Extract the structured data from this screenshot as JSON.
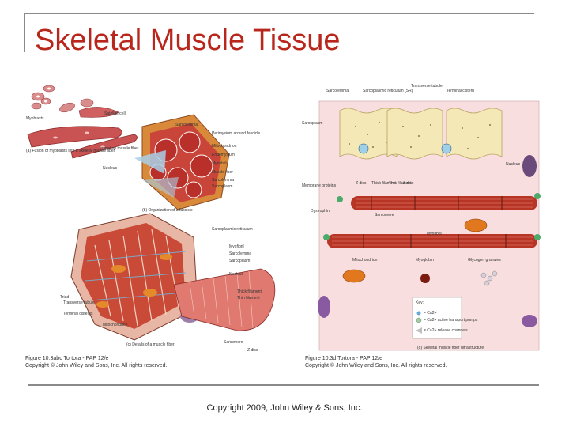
{
  "slide": {
    "title": "Skeletal Muscle Tissue",
    "footer": "Copyright 2009, John Wiley & Sons, Inc."
  },
  "left_figure": {
    "labels": {
      "myoblasts": "Myoblasts",
      "fusion": "(a) Fusion of myoblasts into a skeletal muscle fiber",
      "satellite_cell": "Satellite cell",
      "immature_fiber": "Immature muscle fiber",
      "nucleus": "Nucleus",
      "sarcolemma": "Sarcolemma",
      "fascicle": "Perimysium around fascicle",
      "mitochondrion": "Mitochondrion",
      "endomysium": "Endomysium",
      "myofibril": "Myofibril",
      "muscle_fiber": "Muscle fiber",
      "sarcolemma_2": "Sarcolemma",
      "sarcoplasm": "Sarcoplasm",
      "organization": "(b) Organization of a fascicle",
      "sr": "Sarcoplasmic reticulum",
      "myofibril_2": "Myofibril",
      "sarcolemma_3": "Sarcolemma",
      "sarcoplasm_2": "Sarcoplasm",
      "nucleus_2": "Nucleus",
      "triad": "Triad",
      "t_tubule": "Transverse tubule",
      "terminal_cisterns": "Terminal cisterns",
      "mitochondrion_2": "Mitochondrion",
      "thick_filament": "Thick filament",
      "thin_filament": "Thin filament",
      "sarcomere": "Sarcomere",
      "z_disc": "Z disc",
      "details": "(c) Details of a muscle fiber"
    },
    "credit_line1": "Figure 10.3abc Tortora - PAP 12/e",
    "credit_line2": "Copyright © John Wiley and Sons, Inc. All rights reserved."
  },
  "right_figure": {
    "labels": {
      "sarcolemma": "Sarcolemma",
      "sr_ca": "Sarcoplasmic reticulum (SR)",
      "t_tubule": "Transverse tubule",
      "terminal_cistern": "Terminal cistern",
      "sarcoplasm": "Sarcoplasm",
      "nucleus": "Nucleus",
      "membrane": "Membrane proteins",
      "z_disc": "Z disc",
      "thick": "Thick filament",
      "thin": "Thin filament",
      "z_disc_2": "Z disc",
      "dystrophin": "Dystrophin",
      "sarcomere": "Sarcomere",
      "myofibril": "Myofibril",
      "mitochondrion": "Mitochondrion",
      "myoglobin": "Myoglobin",
      "glycogen": "Glycogen granules",
      "key": "Key:",
      "key_1": "= Ca2+",
      "key_2": "= Ca2+ active transport pumps",
      "key_3": "= Ca2+ release channels",
      "caption": "(d) Skeletal muscle fiber ultrastructure"
    },
    "credit_line1": "Figure 10.3d Tortora - PAP 12/e",
    "credit_line2": "Copyright © John Wiley and Sons, Inc. All rights reserved."
  },
  "colors": {
    "title": "#b8261c",
    "muscle_red": "#c23a2c",
    "sarcoplasm_pink": "#f7dcdc",
    "sr_yellow": "#f4e8b6",
    "mito_orange": "#e2781e"
  }
}
